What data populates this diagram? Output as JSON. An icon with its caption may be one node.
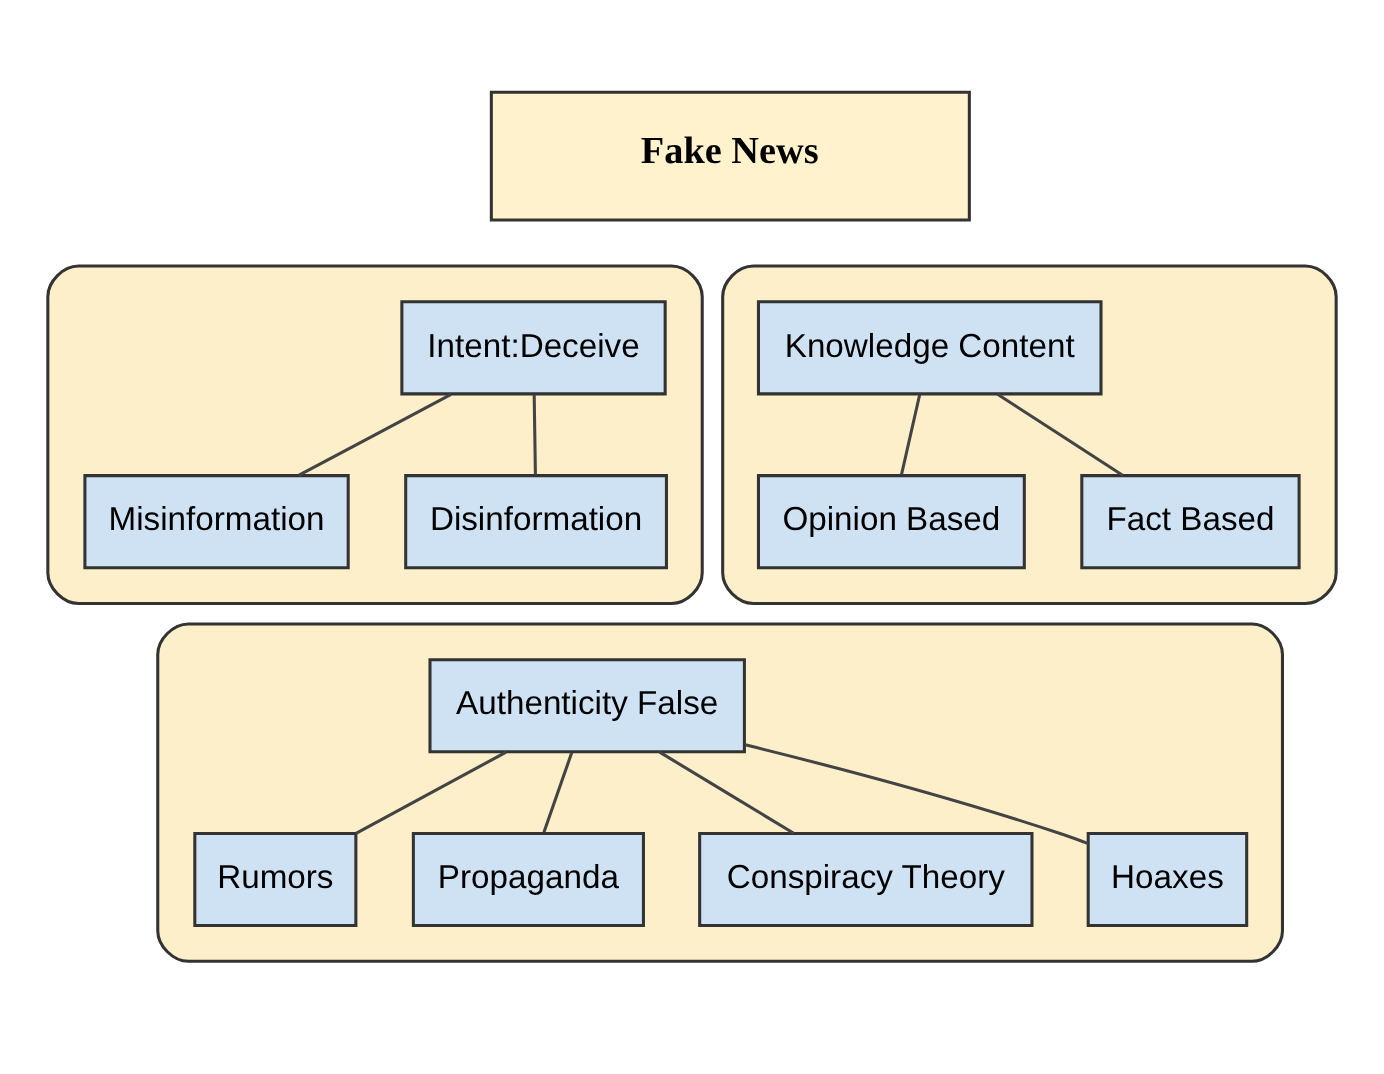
{
  "diagram": {
    "nodes": [
      {
        "text": [
          "Fake News"
        ]
      },
      {
        "text": [],
        "shape": "box"
      },
      {
        "text": [
          "Intent:Deceive"
        ],
        "in": 1
      },
      {
        "text": [
          "Misinformation"
        ],
        "in": 1
      },
      {
        "text": [
          "Disinformation"
        ],
        "in": 1
      },
      {
        "text": [],
        "shape": "box"
      },
      {
        "text": [
          "Knowledge Content"
        ],
        "in": 5
      },
      {
        "text": [
          "Opinion Based"
        ],
        "in": 5
      },
      {
        "text": [
          "Fact Based"
        ],
        "in": 5
      },
      {
        "text": [],
        "shape": "box"
      },
      {
        "text": [
          "Authenticity False"
        ],
        "in": 9
      },
      {
        "text": [
          "Rumors"
        ],
        "in": 9
      },
      {
        "text": [
          "Propaganda"
        ],
        "in": 9
      },
      {
        "text": [
          "Conspiracy Theory"
        ],
        "in": 9
      },
      {
        "text": [
          "Hoaxes"
        ],
        "in": 9
      }
    ],
    "edges": [
      {
        "from": 2,
        "to": 3,
        "arrow": "none"
      },
      {
        "from": 2,
        "to": 4,
        "arrow": "none"
      },
      {
        "from": 6,
        "to": 7,
        "arrow": "none"
      },
      {
        "from": 6,
        "to": 8,
        "arrow": "none"
      },
      {
        "from": 10,
        "to": 11,
        "arrow": "none"
      },
      {
        "from": 10,
        "to": 12,
        "arrow": "none"
      },
      {
        "from": 10,
        "to": 13,
        "arrow": "none"
      },
      {
        "from": 10,
        "to": 14,
        "arrow": "none"
      }
    ]
  }
}
